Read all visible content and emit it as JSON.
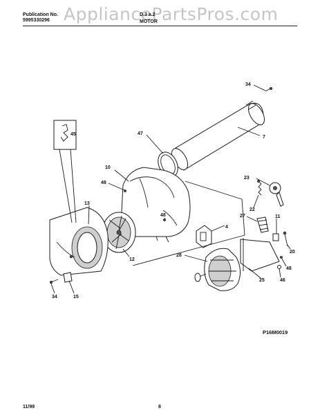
{
  "header": {
    "publication_label": "Publication No.",
    "publication_number": "5995330296",
    "model": "D.3 a.2",
    "section_title": "MOTOR"
  },
  "watermark": "AppliancePartsPros.com",
  "figure_code": "P16M0019",
  "footer": {
    "date": "11/99",
    "page": "8"
  },
  "callouts": {
    "c34_top": "34",
    "c7": "7",
    "c47": "47",
    "c45": "45",
    "c10": "10",
    "c48_a": "48",
    "c23": "23",
    "c22": "22",
    "c13": "13",
    "c48_b": "48",
    "c27": "27",
    "c4": "4",
    "c11": "11",
    "c20": "20",
    "c12": "12",
    "c28": "28",
    "c48_c": "48",
    "c25": "25",
    "c46": "46",
    "c34_bottom": "34",
    "c15": "15"
  }
}
